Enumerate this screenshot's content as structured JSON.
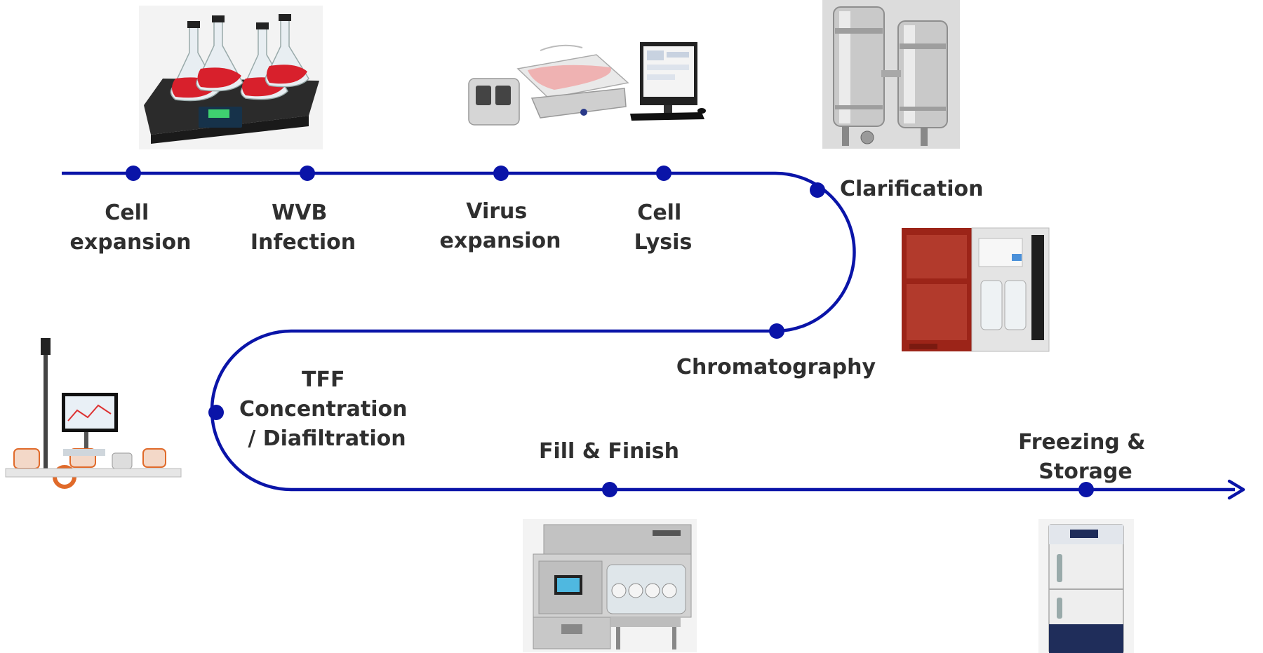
{
  "colors": {
    "line": "#0a14a8",
    "label": "#2f2f2f",
    "flask_liquid": "#d8202c",
    "chromatography_body": "#9c2418",
    "freezer_panel": "#1f2d5a"
  },
  "steps": [
    {
      "lines": [
        "Cell",
        "expansion"
      ],
      "equipment_icon": "shaker-flasks-icon"
    },
    {
      "lines": [
        "WVB",
        "Infection"
      ],
      "equipment_icon": "shaker-flasks-icon"
    },
    {
      "lines": [
        "Virus",
        "expansion"
      ],
      "equipment_icon": "wave-bioreactor-icon"
    },
    {
      "lines": [
        "Cell",
        "Lysis"
      ],
      "equipment_icon": "wave-bioreactor-icon"
    },
    {
      "lines": [
        "Clarification"
      ],
      "equipment_icon": "filter-housing-icon"
    },
    {
      "lines": [
        "Chromatography"
      ],
      "equipment_icon": "chromatography-system-icon"
    },
    {
      "lines": [
        "TFF",
        "Concentration",
        "/ Diafiltration"
      ],
      "equipment_icon": "tff-system-icon"
    },
    {
      "lines": [
        "Fill & Finish"
      ],
      "equipment_icon": "isolator-icon"
    },
    {
      "lines": [
        "Freezing &",
        "Storage"
      ],
      "equipment_icon": "ultra-freezer-icon"
    }
  ]
}
